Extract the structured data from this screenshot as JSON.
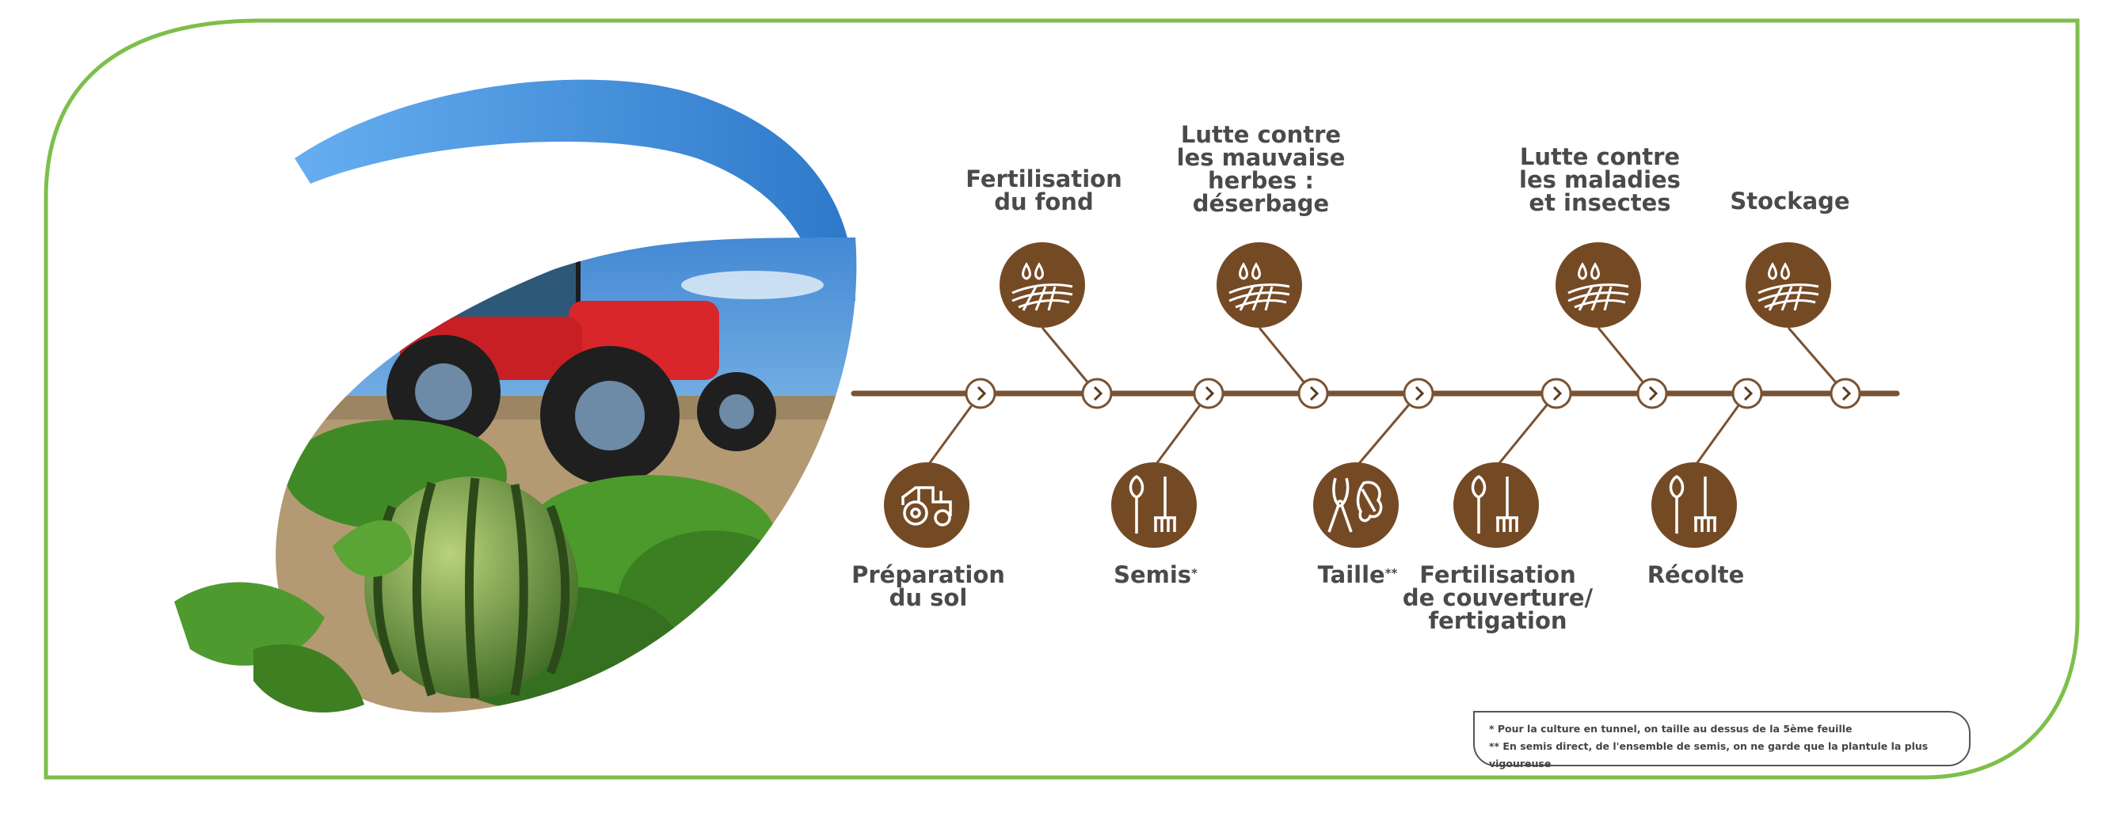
{
  "colors": {
    "frame": "#7dbf4a",
    "brown": "#744a25",
    "timeline": "#7a5232",
    "text": "#4a4a4a"
  },
  "nodes": {
    "node1": {
      "icon": "tractor-icon"
    },
    "node2": {
      "icon": "field-drops-icon"
    },
    "node3": {
      "icon": "shovel-rake-icon"
    },
    "node4": {
      "icon": "field-drops-icon"
    },
    "node5": {
      "icon": "pruning-shears-icon"
    },
    "node6": {
      "icon": "shovel-rake-icon"
    },
    "node7": {
      "icon": "field-drops-icon"
    },
    "node8": {
      "icon": "shovel-rake-icon"
    },
    "node9": {
      "icon": "field-drops-icon"
    }
  },
  "labels": {
    "preparation": [
      "Préparation",
      "du sol"
    ],
    "fertilisation_fond": [
      "Fertilisation",
      "du fond"
    ],
    "semis": "Semis",
    "semis_mark": "*",
    "lutte_mauvaises_herbes": [
      "Lutte contre",
      "les mauvaise",
      "herbes :",
      "déserbage"
    ],
    "taille": "Taille",
    "taille_mark": "**",
    "fertilisation_couverture": [
      "Fertilisation",
      "de couverture/",
      "fertigation"
    ],
    "lutte_maladies": [
      "Lutte contre",
      "les maladies",
      "et insectes"
    ],
    "recolte": "Récolte",
    "stockage": "Stockage"
  },
  "footnotes": [
    "* Pour la culture en tunnel, on taille au dessus de la 5ème feuille",
    "** En semis direct, de l'ensemble de semis, on ne garde que la plantule la plus vigoureuse"
  ]
}
